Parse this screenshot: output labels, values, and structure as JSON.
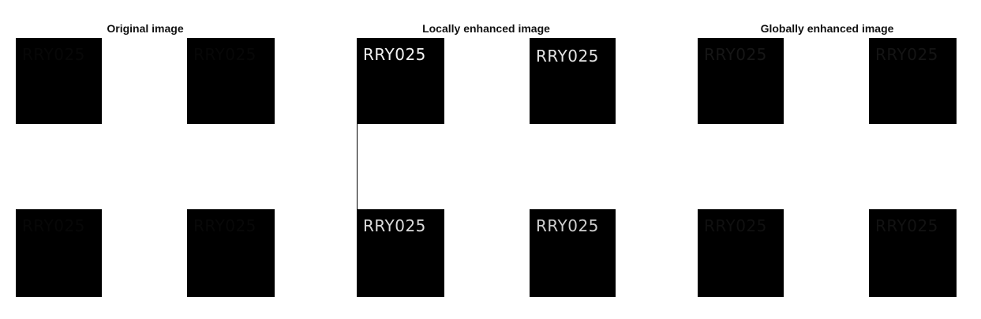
{
  "panels": {
    "original": {
      "title": "Original image"
    },
    "local": {
      "title": "Locally enhanced image"
    },
    "global": {
      "title": "Globally enhanced image"
    }
  },
  "plate_text": "RRY025",
  "colors": {
    "background": "#ffffff",
    "tile": "#000000",
    "original_text": "#070707",
    "local_text_bright": "#f2f2f2",
    "local_text_dim": "#cfcfcf",
    "global_text": "#161616",
    "global_text_dim": "#101010"
  }
}
